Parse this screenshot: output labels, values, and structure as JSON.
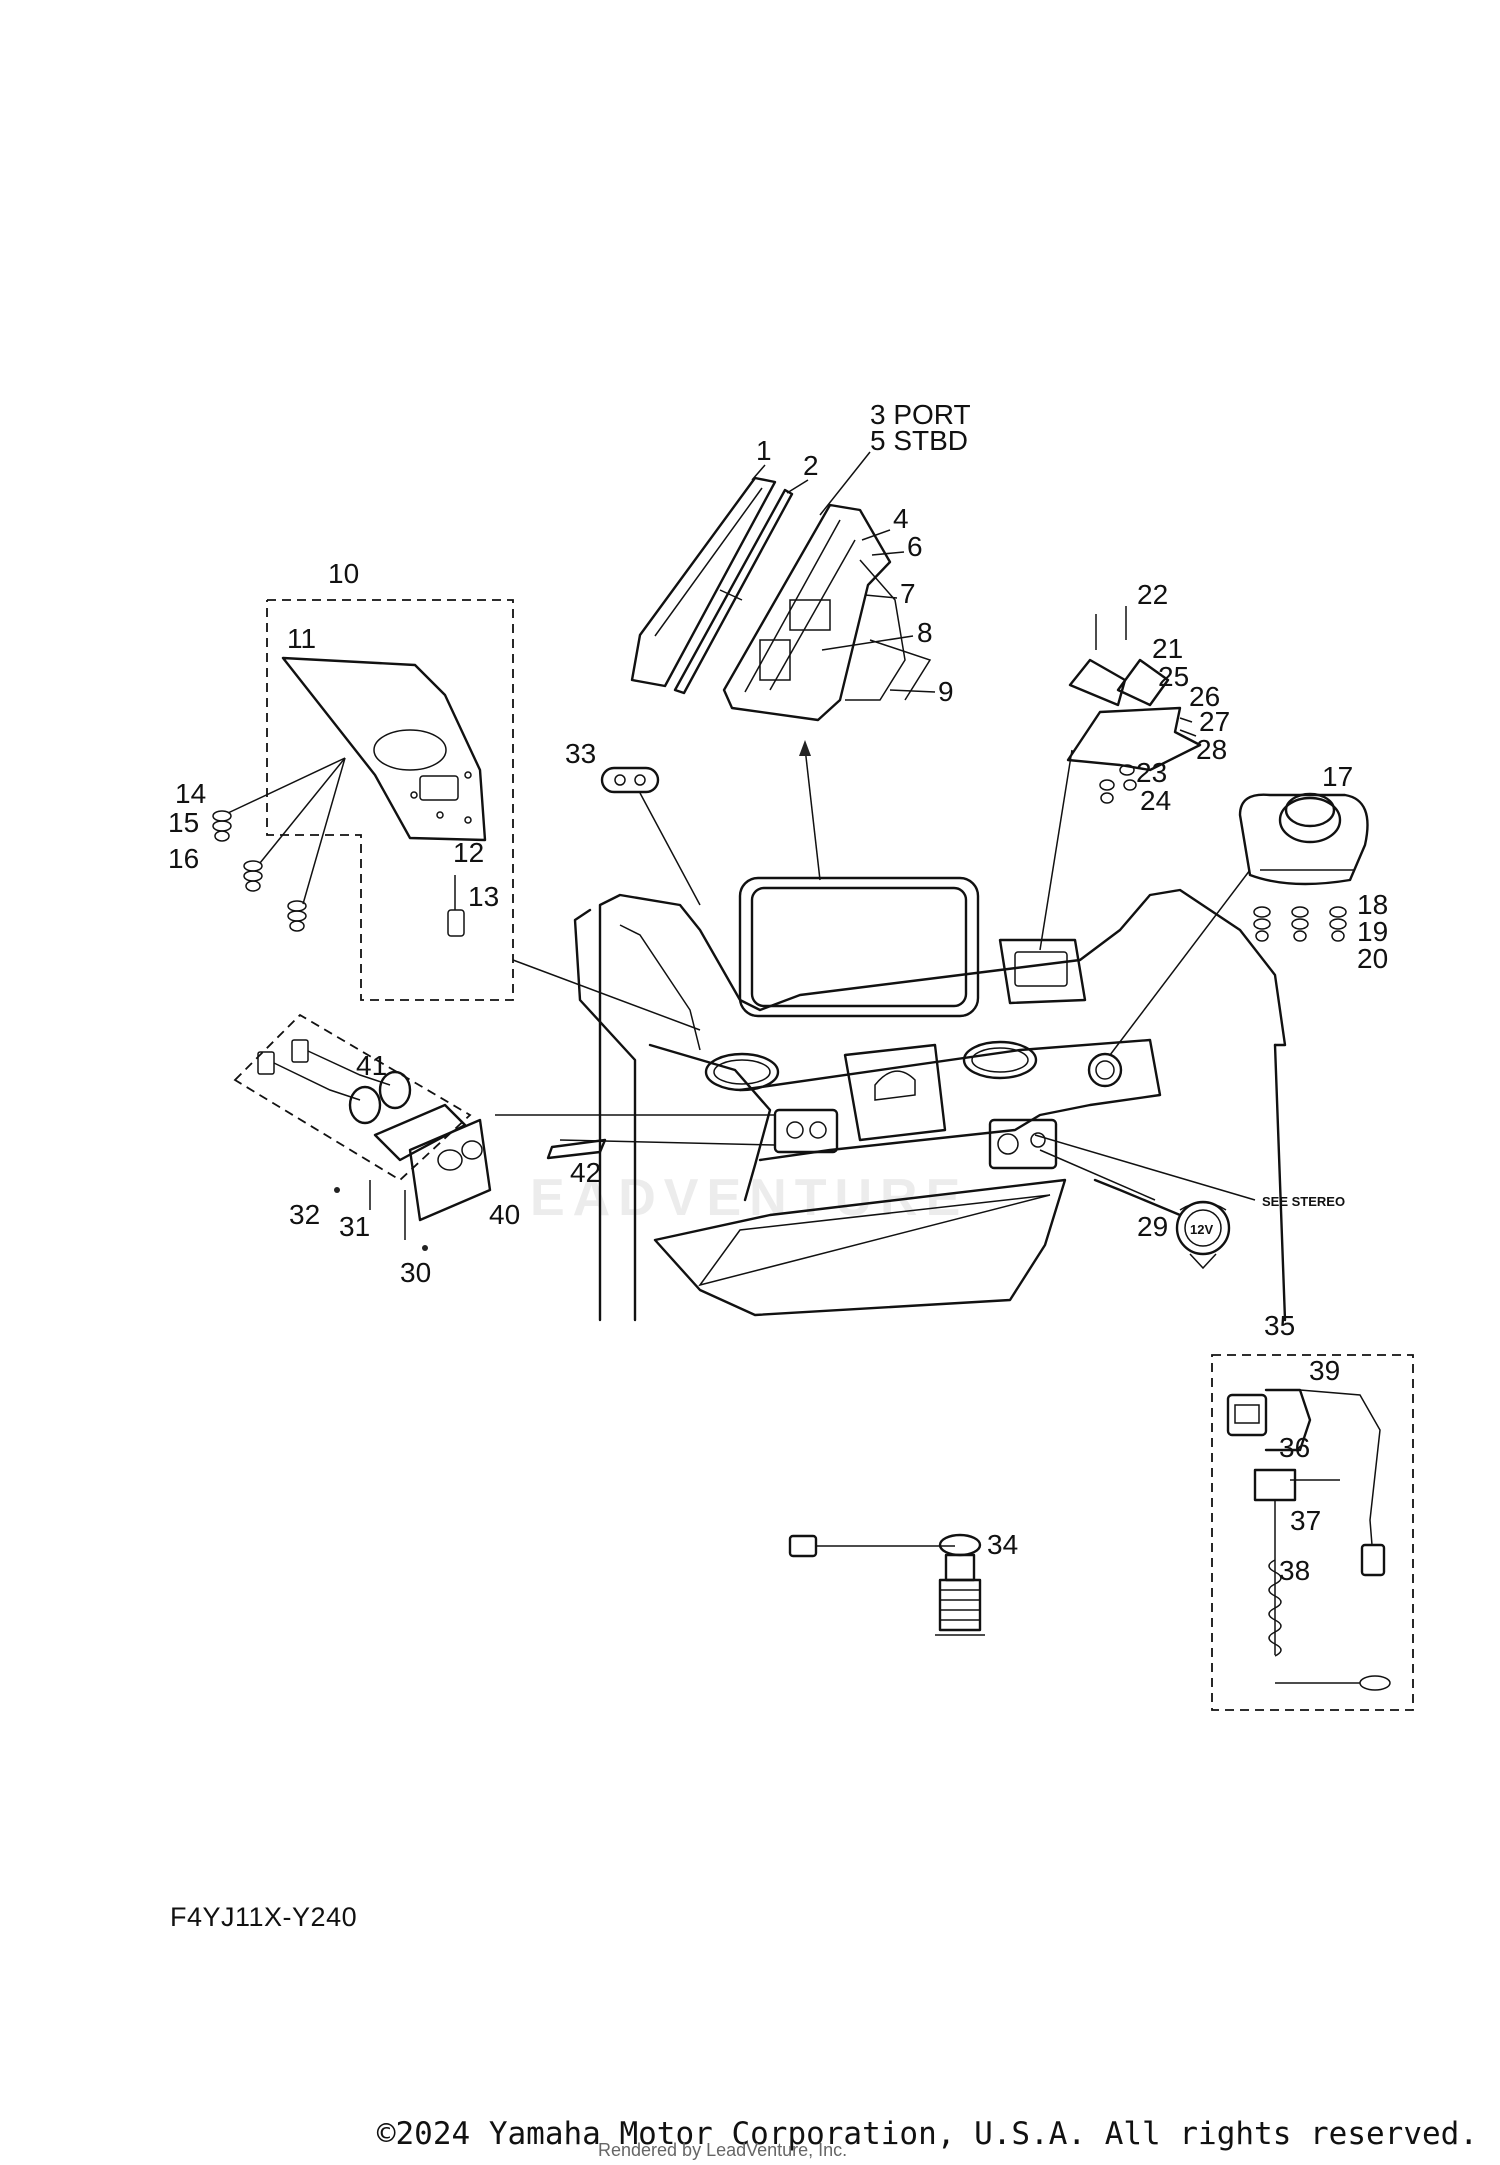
{
  "diagram": {
    "code": "F4YJ11X-Y240",
    "copyright": "©2024 Yamaha Motor Corporation, U.S.A. All rights reserved.",
    "rendered_by": "Rendered by LeadVenture, Inc.",
    "watermark": "EADVENTURE",
    "see_stereo": "SEE STEREO",
    "port_label": "3 PORT",
    "stbd_label": "5 STBD",
    "callouts": [
      "1",
      "2",
      "4",
      "6",
      "7",
      "8",
      "9",
      "10",
      "11",
      "12",
      "13",
      "14",
      "15",
      "16",
      "17",
      "18",
      "19",
      "20",
      "21",
      "22",
      "23",
      "24",
      "25",
      "26",
      "27",
      "28",
      "29",
      "30",
      "31",
      "32",
      "33",
      "34",
      "35",
      "36",
      "37",
      "38",
      "39",
      "40",
      "41",
      "42"
    ]
  }
}
